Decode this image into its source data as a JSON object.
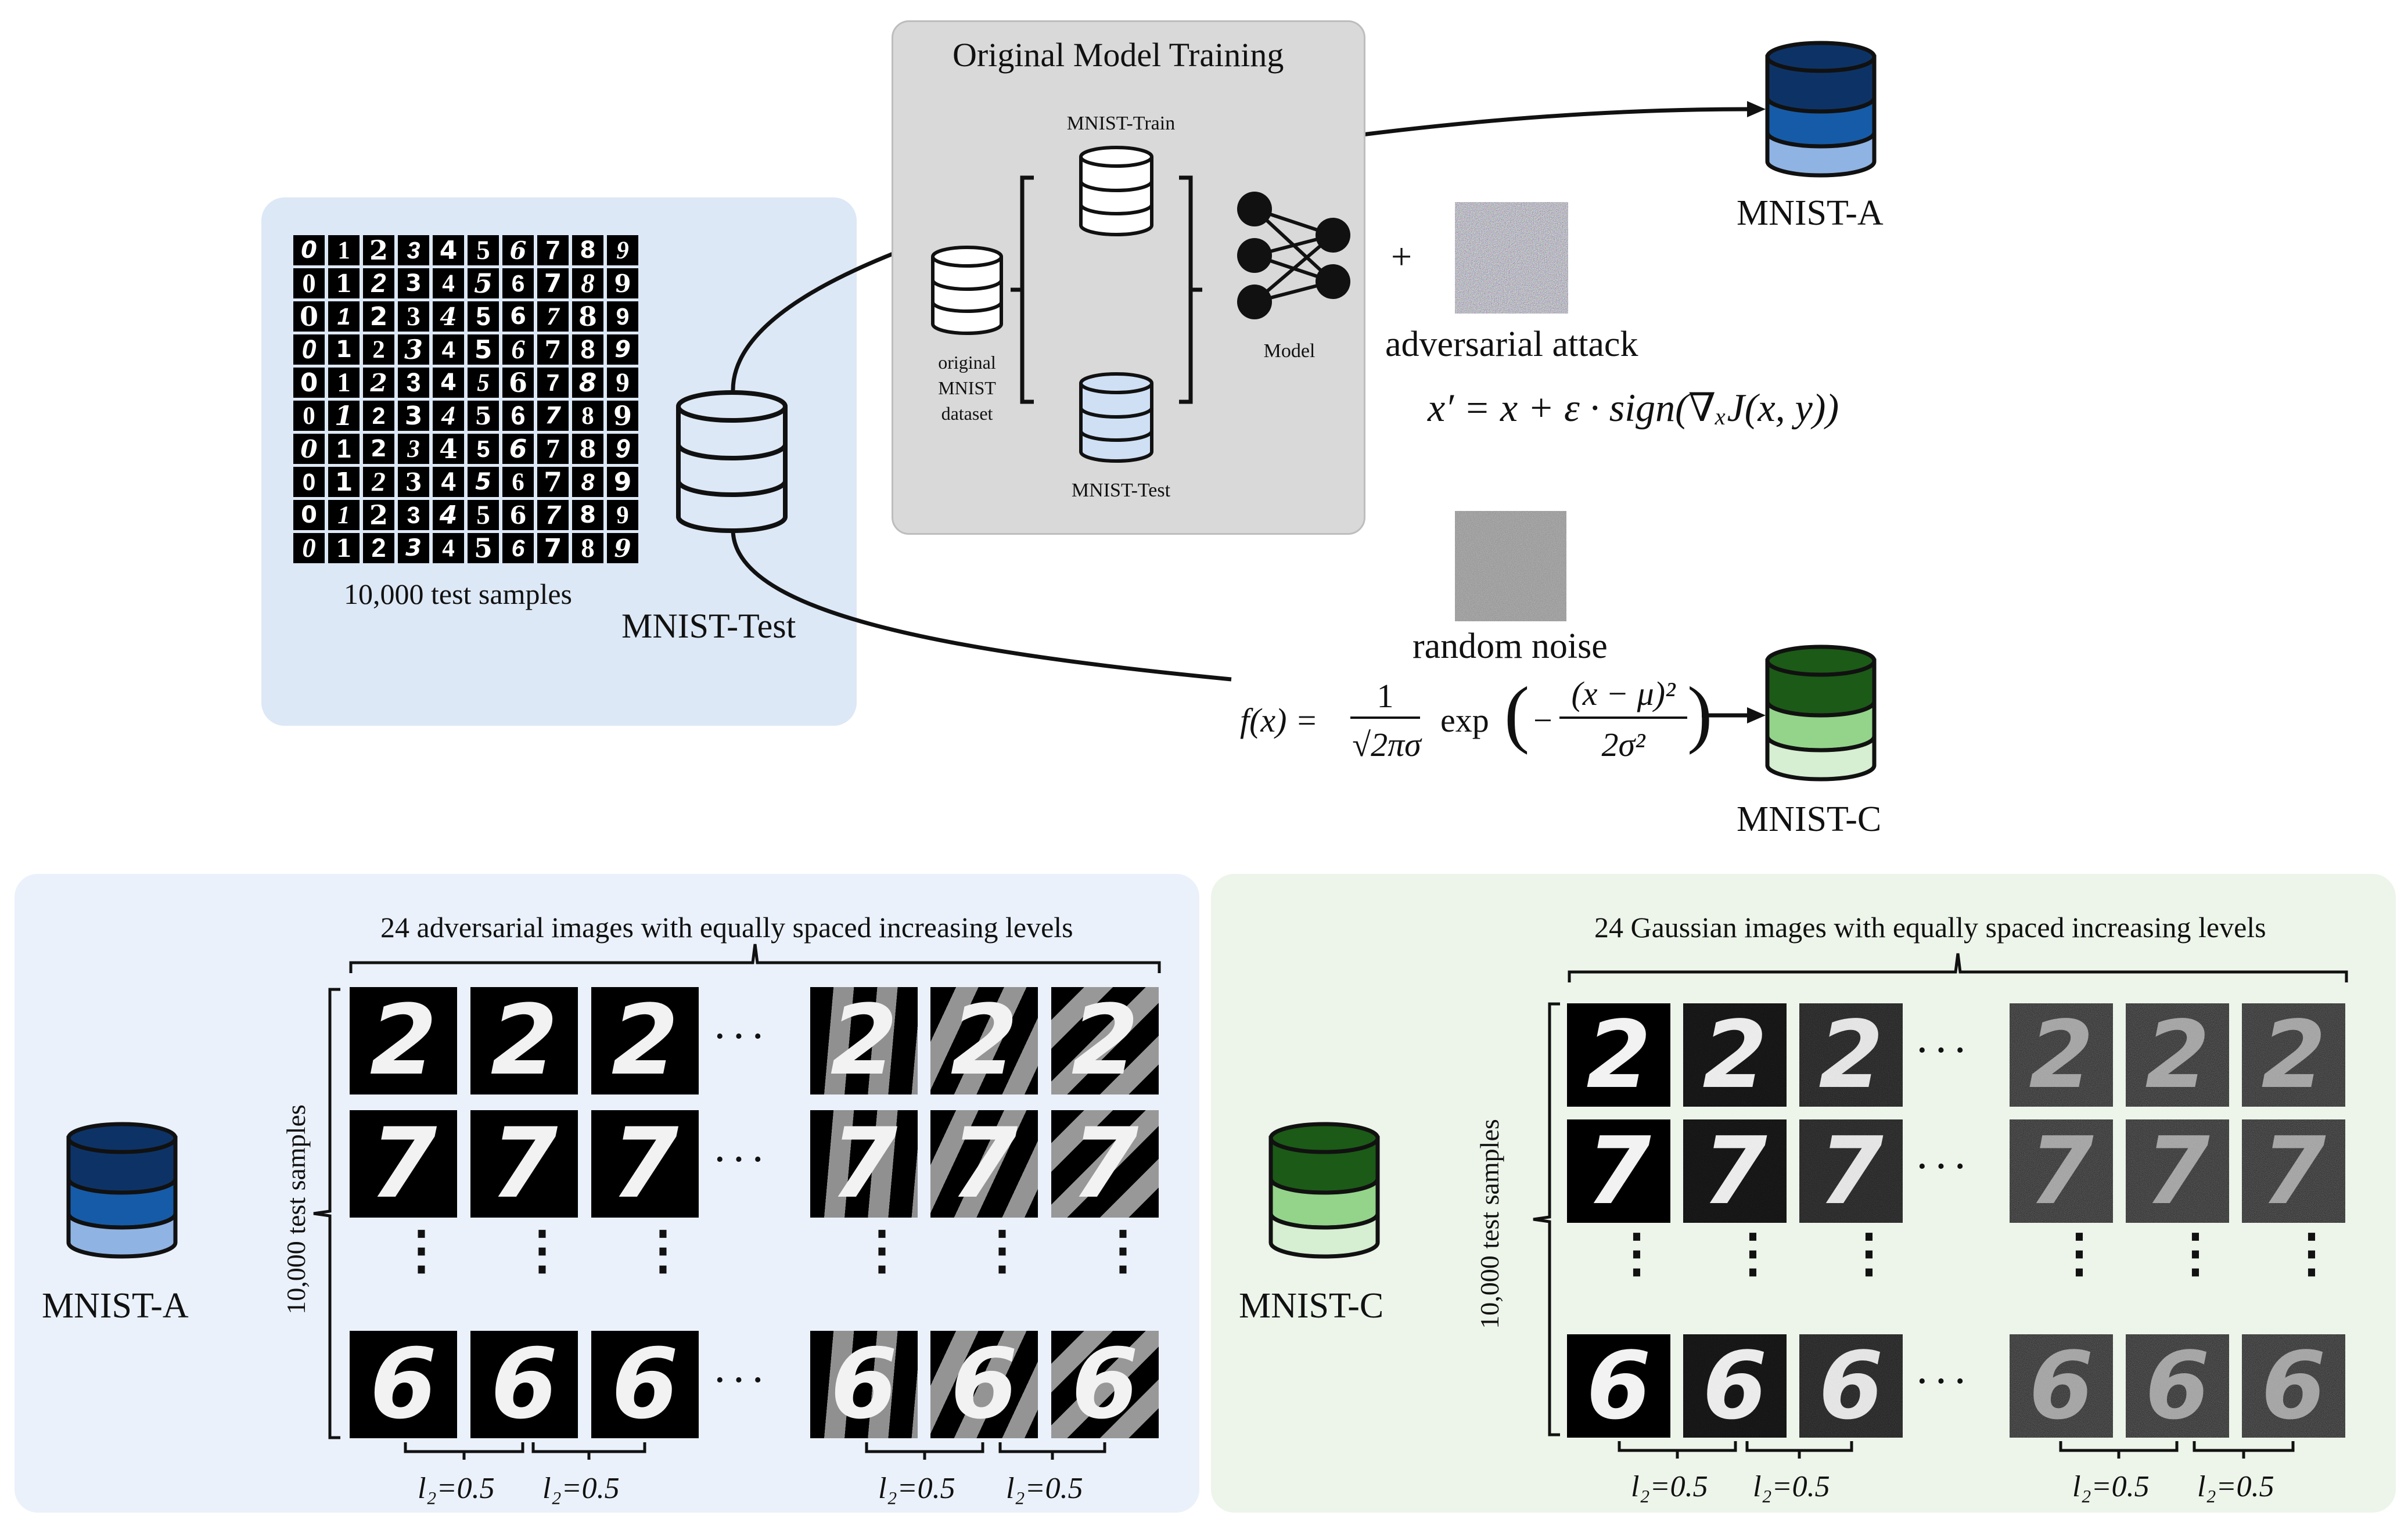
{
  "top_section": {
    "test_panel": {
      "samples_caption": "10,000 test samples",
      "db_label": "MNIST-Test",
      "digits": [
        "0",
        "1",
        "2",
        "3",
        "4",
        "5",
        "6",
        "7",
        "8",
        "9"
      ]
    },
    "training_panel": {
      "title": "Original Model Training",
      "original_dataset": [
        "original",
        "MNIST",
        "dataset"
      ],
      "train_label": "MNIST-Train",
      "test_label": "MNIST-Test",
      "model_label": "Model"
    },
    "adversarial": {
      "plus": "+",
      "label": "adversarial attack",
      "formula": "x′ = x + ε · sign(∇ₓJ(x, y))"
    },
    "noise": {
      "label": "random noise",
      "formula_lhs": "f(x) =",
      "formula_num": "1",
      "formula_den": "√2πσ",
      "formula_exp": "exp",
      "formula_inner_num": "(x − μ)²",
      "formula_inner_den": "2σ²",
      "formula_minus": "−"
    },
    "mnist_a_label": "MNIST-A",
    "mnist_c_label": "MNIST-C"
  },
  "bottom_left": {
    "heading": "24 adversarial images with equally spaced increasing levels",
    "side_label": "10,000 test samples",
    "db_label": "MNIST-A",
    "rows": [
      "2",
      "7",
      "6"
    ],
    "ellipsis": "· · ·",
    "vdots": "⋮",
    "l2_labels": [
      "l₂=0.5",
      "l₂=0.5",
      "l₂=0.5",
      "l₂=0.5"
    ]
  },
  "bottom_right": {
    "heading": "24 Gaussian images with equally spaced increasing levels",
    "side_label": "10,000 test samples",
    "db_label": "MNIST-C",
    "rows": [
      "2",
      "7",
      "6"
    ],
    "ellipsis": "· · ·",
    "vdots": "⋮",
    "l2_labels": [
      "l₂=0.5",
      "l₂=0.5",
      "l₂=0.5",
      "l₂=0.5"
    ]
  },
  "colors": {
    "blue_panel": "#dde8f6",
    "gray_panel": "#d9d9d9",
    "light_blue_panel": "#eaf1fa",
    "light_green_panel": "#edf5ea",
    "db_blue_dark": "#0d3366",
    "db_blue_mid": "#165ba8",
    "db_blue_light": "#8fb3e3",
    "db_green_dark": "#1c5a17",
    "db_green_mid": "#93d48a",
    "db_green_light": "#d6eed1",
    "db_test_light": "#cfe0f5"
  }
}
